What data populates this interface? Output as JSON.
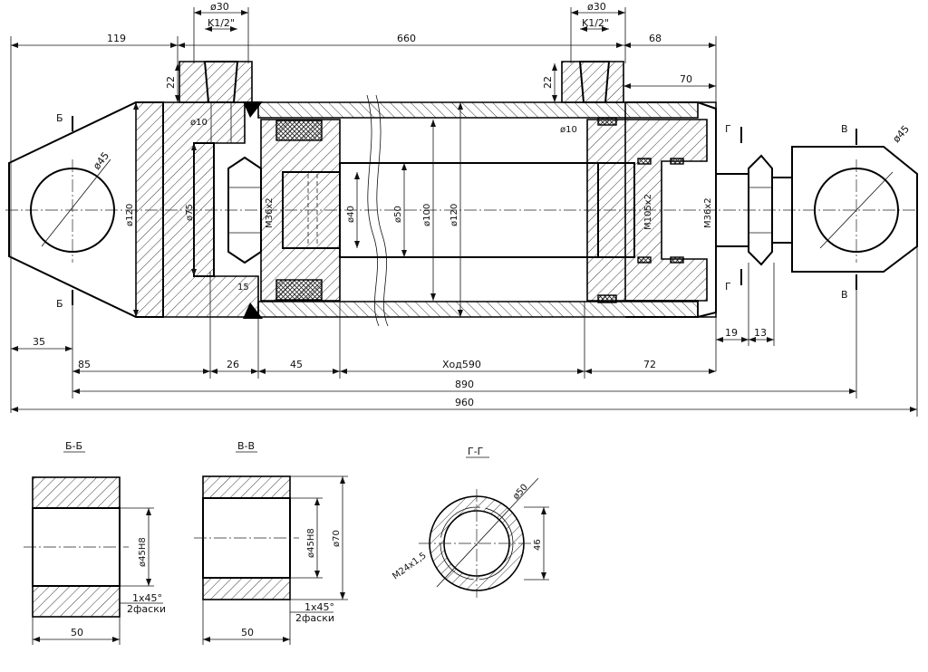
{
  "dimensions": {
    "d119": "119",
    "d660": "660",
    "d68": "68",
    "d70": "70",
    "d30a": "ø30",
    "d30b": "ø30",
    "k12a": "K1/2\"",
    "k12b": "K1/2\"",
    "d22a": "22",
    "d22b": "22",
    "d10a": "ø10",
    "d10b": "ø10",
    "d45a": "ø45",
    "d45b": "ø45",
    "d120a": "ø120",
    "d75": "ø75",
    "m36a": "M36x2",
    "d40": "ø40",
    "d50": "ø50",
    "d100": "ø100",
    "d120b": "ø120",
    "m105": "M105x2",
    "m36b": "M36x2",
    "d15": "15",
    "d35": "35",
    "d85": "85",
    "d26": "26",
    "d45": "45",
    "stroke": "Ход590",
    "d72": "72",
    "d19": "19",
    "d13": "13",
    "d890": "890",
    "d960": "960"
  },
  "section_marks": {
    "b": "Б",
    "v": "В",
    "g": "Г"
  },
  "sections": {
    "bb": {
      "title": "Б-Б",
      "bore": "ø45H8",
      "chamfer": "1x45°",
      "chamfer_note": "2фаски",
      "width": "50"
    },
    "vv": {
      "title": "В-В",
      "bore": "ø45H8",
      "outer": "ø70",
      "chamfer": "1x45°",
      "chamfer_note": "2фаски",
      "width": "50"
    },
    "gg": {
      "title": "Г-Г",
      "thread": "M24x1,5",
      "outer": "ø50",
      "height": "46"
    }
  }
}
